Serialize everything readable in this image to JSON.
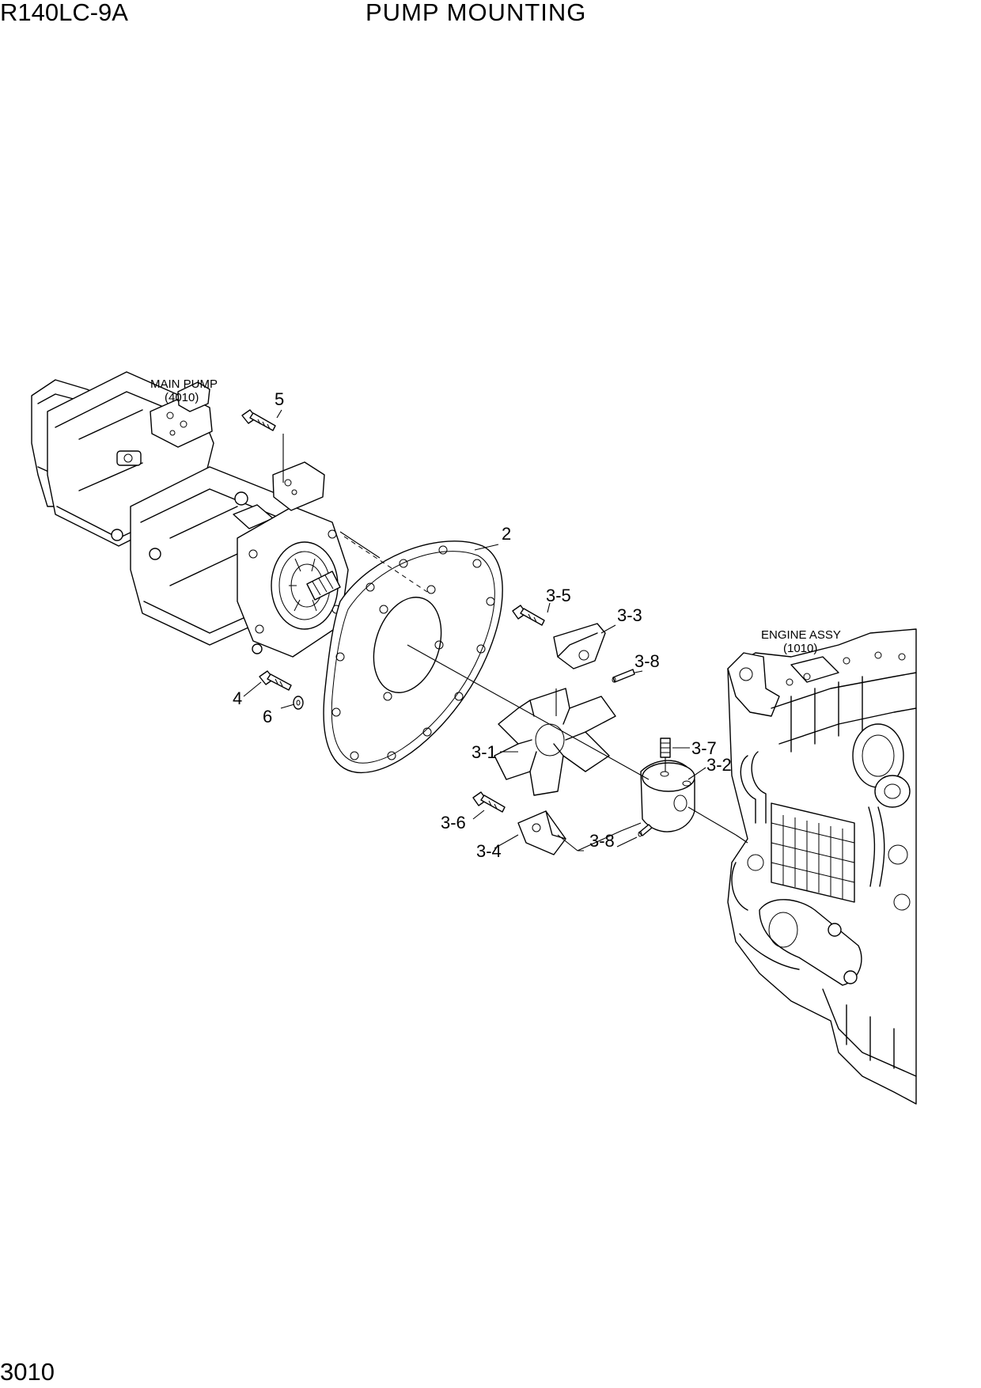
{
  "header": {
    "model": "R140LC-9A",
    "title": "PUMP MOUNTING"
  },
  "footer": {
    "page_number": "3010"
  },
  "references": {
    "main_pump": {
      "name": "MAIN PUMP",
      "code": "(4010)"
    },
    "engine_assy": {
      "name": "ENGINE ASSY",
      "code": "(1010)"
    }
  },
  "callouts": {
    "p2": "2",
    "p3_1": "3-1",
    "p3_2": "3-2",
    "p3_3": "3-3",
    "p3_4": "3-4",
    "p3_5": "3-5",
    "p3_6": "3-6",
    "p3_7": "3-7",
    "p3_8a": "3-8",
    "p3_8b": "3-8",
    "p4": "4",
    "p5": "5",
    "p6": "6"
  }
}
